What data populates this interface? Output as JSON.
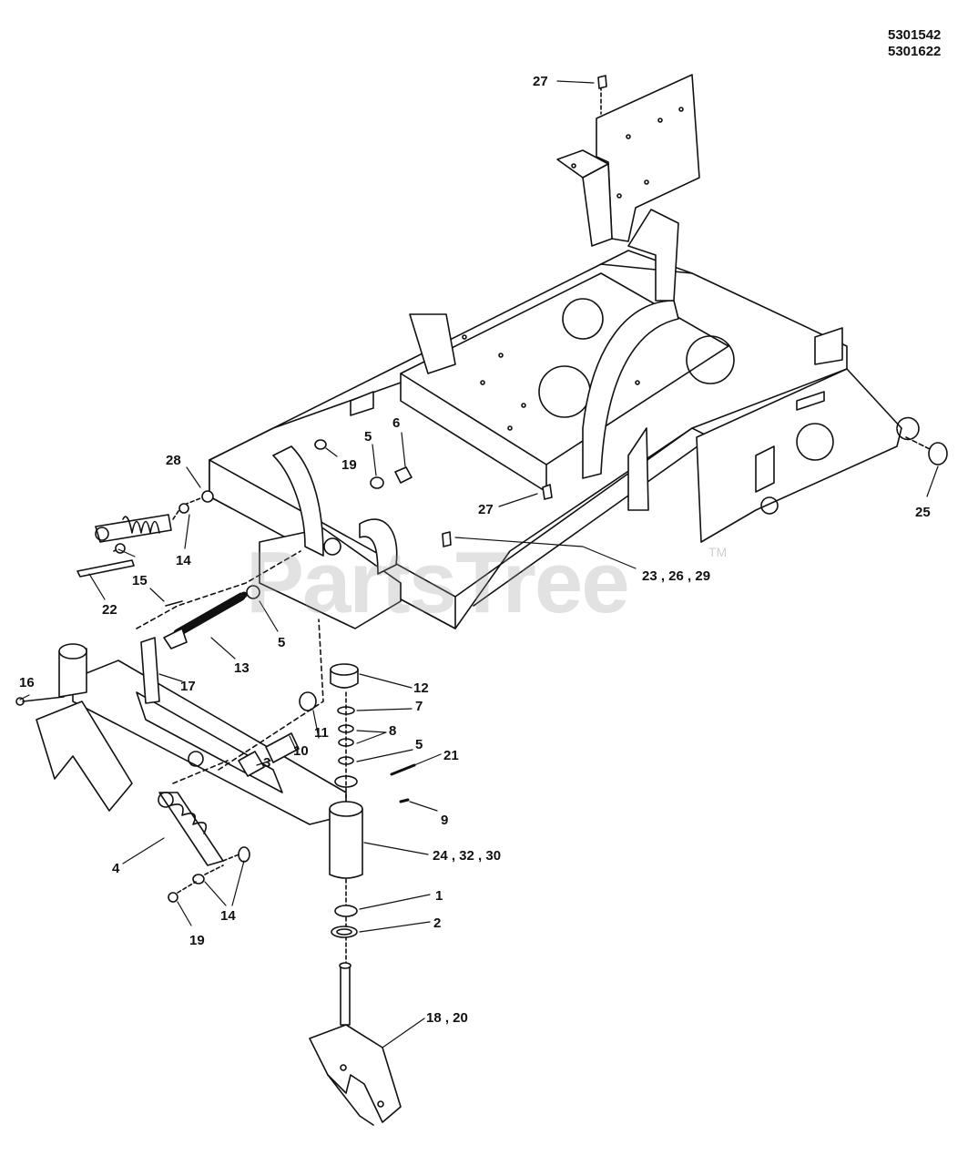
{
  "header": {
    "model_numbers": [
      "5301542",
      "5301622"
    ]
  },
  "watermark": {
    "text": "PartsTree",
    "trademark": "TM"
  },
  "callouts": [
    {
      "id": "c27a",
      "label": "27"
    },
    {
      "id": "c6",
      "label": "6"
    },
    {
      "id": "c5a",
      "label": "5"
    },
    {
      "id": "c19a",
      "label": "19"
    },
    {
      "id": "c28",
      "label": "28"
    },
    {
      "id": "c14a",
      "label": "14"
    },
    {
      "id": "c27b",
      "label": "27"
    },
    {
      "id": "c25",
      "label": "25"
    },
    {
      "id": "c15",
      "label": "15"
    },
    {
      "id": "c22",
      "label": "22"
    },
    {
      "id": "c5b",
      "label": "5"
    },
    {
      "id": "c13",
      "label": "13"
    },
    {
      "id": "c23",
      "label": "23 , 26 , 29"
    },
    {
      "id": "c17",
      "label": "17"
    },
    {
      "id": "c16",
      "label": "16"
    },
    {
      "id": "c12",
      "label": "12"
    },
    {
      "id": "c7",
      "label": "7"
    },
    {
      "id": "c8",
      "label": "8"
    },
    {
      "id": "c11",
      "label": "11"
    },
    {
      "id": "c10",
      "label": "10"
    },
    {
      "id": "c3",
      "label": "3"
    },
    {
      "id": "c5c",
      "label": "5"
    },
    {
      "id": "c21",
      "label": "21"
    },
    {
      "id": "c9",
      "label": "9"
    },
    {
      "id": "c4",
      "label": "4"
    },
    {
      "id": "c24",
      "label": "24 , 32 , 30"
    },
    {
      "id": "c14b",
      "label": "14"
    },
    {
      "id": "c19b",
      "label": "19"
    },
    {
      "id": "c1",
      "label": "1"
    },
    {
      "id": "c2",
      "label": "2"
    },
    {
      "id": "c18",
      "label": "18 , 20"
    }
  ],
  "colors": {
    "line": "#111111",
    "background": "#ffffff",
    "watermark": "#9a9a9a"
  }
}
